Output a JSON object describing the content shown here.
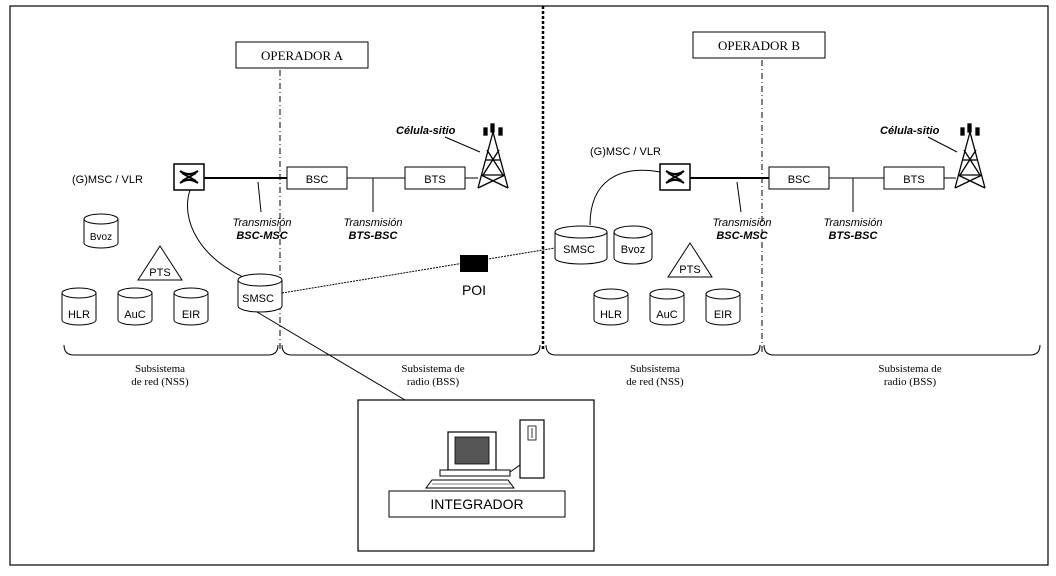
{
  "operators": {
    "a": {
      "label": "OPERADOR A"
    },
    "b": {
      "label": "OPERADOR B"
    }
  },
  "nodes": {
    "msc_a": "(G)MSC / VLR",
    "msc_b": "(G)MSC / VLR",
    "bsc_a": "BSC",
    "bts_a": "BTS",
    "bsc_b": "BSC",
    "bts_b": "BTS",
    "cell_a": "Célula-sitio",
    "cell_b": "Célula-sitio",
    "bvoz_a": "Bvoz",
    "bvoz_b": "Bvoz",
    "pts_a": "PTS",
    "pts_b": "PTS",
    "smsc_a": "SMSC",
    "smsc_b": "SMSC",
    "hlr_a": "HLR",
    "auc_a": "AuC",
    "eir_a": "EIR",
    "hlr_b": "HLR",
    "auc_b": "AuC",
    "eir_b": "EIR",
    "poi": "POI",
    "integrador": "INTEGRADOR"
  },
  "transmissions": {
    "a_bsc_msc_1": "Transmisión",
    "a_bsc_msc_2": "BSC-MSC",
    "a_bts_bsc_1": "Transmisión",
    "a_bts_bsc_2": "BTS-BSC",
    "b_bsc_msc_1": "Transmisión",
    "b_bsc_msc_2": "BSC-MSC",
    "b_bts_bsc_1": "Transmisión",
    "b_bts_bsc_2": "BTS-BSC"
  },
  "subsystems": {
    "a_nss_1": "Subsistema",
    "a_nss_2": "de red (NSS)",
    "a_bss_1": "Subsistema de",
    "a_bss_2": "radio (BSS)",
    "b_nss_1": "Subsistema",
    "b_nss_2": "de red (NSS)",
    "b_bss_1": "Subsistema de",
    "b_bss_2": "radio (BSS)"
  }
}
